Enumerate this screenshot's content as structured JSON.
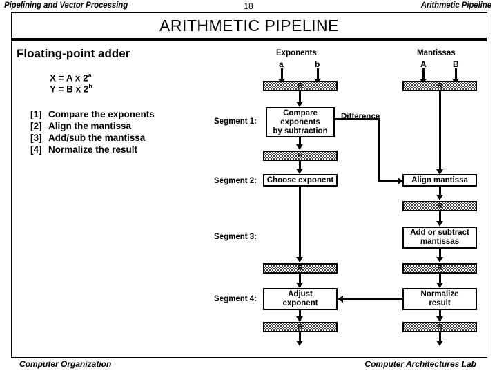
{
  "header": {
    "left": "Pipelining and Vector Processing",
    "page": "18",
    "right": "Arithmetic Pipeline"
  },
  "footer": {
    "left": "Computer Organization",
    "right": "Computer Architectures Lab"
  },
  "slide": {
    "title": "ARITHMETIC  PIPELINE",
    "section_heading": "Floating-point adder",
    "equations": [
      {
        "lhs": "X = A x 2",
        "exp": "a"
      },
      {
        "lhs": "Y = B x 2",
        "exp": "b"
      }
    ],
    "steps": [
      {
        "num": "[1]",
        "text": "Compare the exponents"
      },
      {
        "num": "[2]",
        "text": "Align the mantissa"
      },
      {
        "num": "[3]",
        "text": "Add/sub the mantissa"
      },
      {
        "num": "[4]",
        "text": "Normalize the result"
      }
    ]
  },
  "diagram": {
    "column_headings": {
      "exponents": "Exponents",
      "mantissas": "Mantissas"
    },
    "inputs": {
      "exp_a": "a",
      "exp_b": "b",
      "man_a": "A",
      "man_b": "B"
    },
    "segment_labels": [
      "Segment 1:",
      "Segment 2:",
      "Segment 3:",
      "Segment 4:"
    ],
    "register_label": "R",
    "edge_labels": {
      "difference": "Difference"
    },
    "boxes": {
      "compare_exponents": "Compare\nexponents\nby subtraction",
      "compare_exponents_l1": "Compare",
      "compare_exponents_l2": "exponents",
      "compare_exponents_l3": "by subtraction",
      "choose_exponent": "Choose exponent",
      "align_mantissa": "Align mantissa",
      "add_or_subtract_l1": "Add or subtract",
      "add_or_subtract_l2": "mantissas",
      "adjust_exponent_l1": "Adjust",
      "adjust_exponent_l2": "exponent",
      "normalize_result_l1": "Normalize",
      "normalize_result_l2": "result"
    }
  },
  "colors": {
    "ink": "#000000",
    "paper": "#ffffff"
  }
}
